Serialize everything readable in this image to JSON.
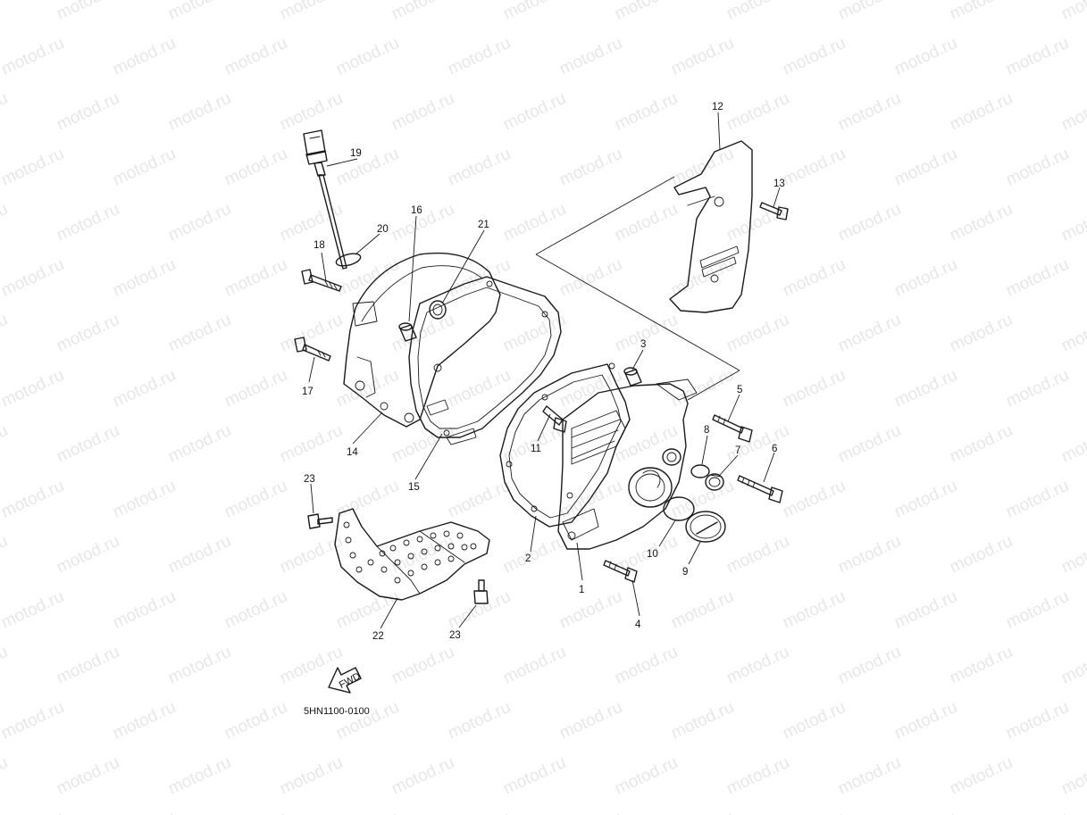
{
  "diagram": {
    "watermark": "motod.ru",
    "part_code": "5HN1100-0100",
    "direction_arrow": "FWD",
    "callouts": [
      "1",
      "2",
      "3",
      "4",
      "5",
      "6",
      "7",
      "8",
      "9",
      "10",
      "11",
      "12",
      "13",
      "14",
      "15",
      "16",
      "17",
      "18",
      "19",
      "20",
      "21",
      "22",
      "23",
      "23"
    ],
    "colors": {
      "line": "#1a1a1a",
      "watermark": "#e7e7e7",
      "background": "#ffffff"
    }
  }
}
